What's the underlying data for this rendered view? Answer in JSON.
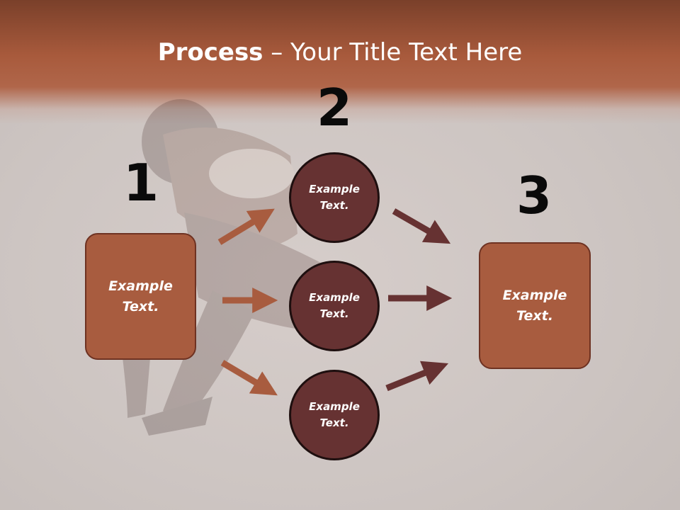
{
  "title": {
    "bold": "Process",
    "rest": " – Your Title Text Here"
  },
  "steps": {
    "one": "1",
    "two": "2",
    "three": "3"
  },
  "left_box": {
    "text": "Example Text."
  },
  "circles": [
    {
      "text": "Example Text."
    },
    {
      "text": "Example Text."
    },
    {
      "text": "Example Text."
    }
  ],
  "right_box": {
    "text": "Example Text."
  },
  "colors": {
    "header": "#a85a3c",
    "box": "#a85c3f",
    "circle": "#663232",
    "arrow_left": "#a85c3f",
    "arrow_right": "#663232"
  }
}
